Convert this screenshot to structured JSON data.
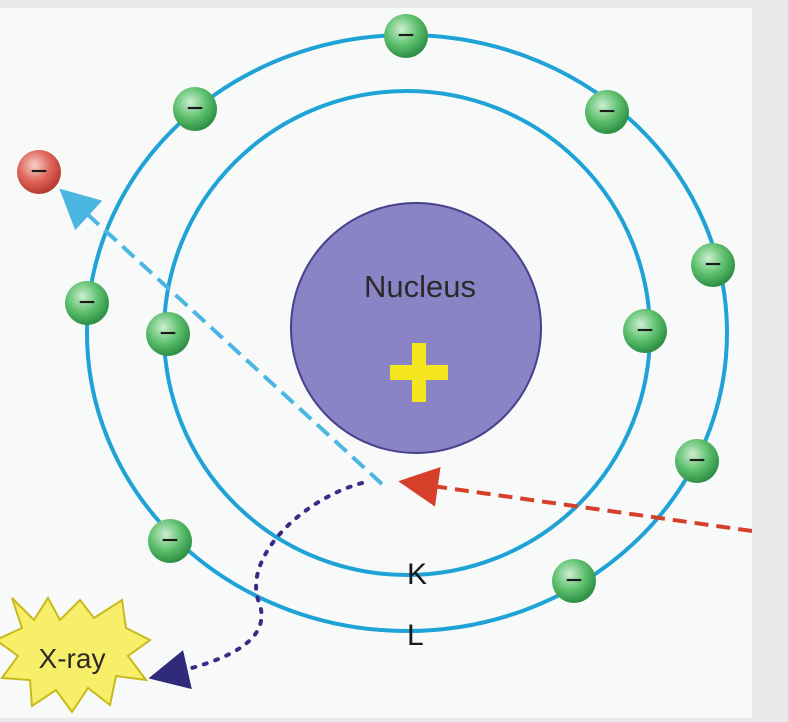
{
  "diagram": {
    "nucleus_label": "Nucleus",
    "nucleus_charge": "+",
    "electron_charge": "−",
    "shells": [
      {
        "label": "K"
      },
      {
        "label": "L"
      }
    ],
    "xray_label": "X-ray",
    "colors": {
      "orbit": "#1fa3d6",
      "nucleus": "#8a84c6",
      "electron": "#3fae57",
      "ejected_electron": "#d9534f",
      "incoming_arrow": "#d6402b",
      "ejection_arrow": "#4cb6e3",
      "xray_path": "#3b2a88",
      "xray_burst": "#f7ef6a",
      "plus_sign": "#f3e61f"
    }
  }
}
